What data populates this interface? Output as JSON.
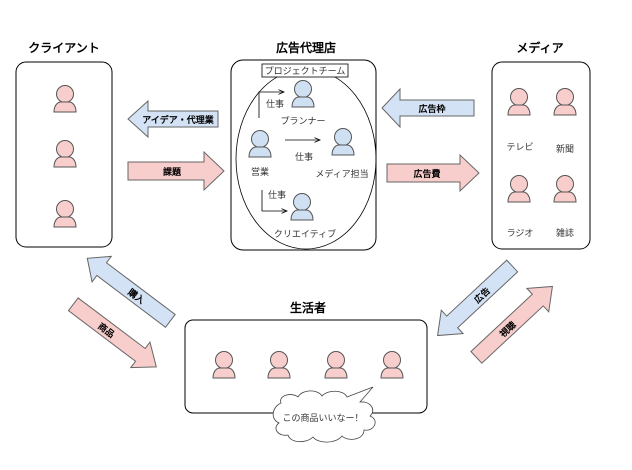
{
  "colors": {
    "person_pink_fill": "#f8cecc",
    "person_blue_fill": "#cfe0f3",
    "person_stroke": "#555555",
    "arrow_pink": "#f8cecc",
    "arrow_blue": "#d3e2f4"
  },
  "client": {
    "title": "クライアント",
    "people": 3
  },
  "agency": {
    "title": "広告代理店",
    "team_label": "プロジェクトチーム",
    "roles": {
      "sales": "営業",
      "planner": "プランナー",
      "media": "メディア担当",
      "creative": "クリエイティブ"
    },
    "work_label": "仕事"
  },
  "media": {
    "title": "メディア",
    "items": [
      "テレビ",
      "新聞",
      "ラジオ",
      "雑誌"
    ]
  },
  "consumer": {
    "title": "生活者",
    "people": 4,
    "speech": "この商品いいなー！"
  },
  "arrows": {
    "idea": "アイデア・代理業",
    "issue": "課題",
    "ad_space": "広告枠",
    "ad_fee": "広告費",
    "purchase": "購入",
    "product": "商品",
    "advertising": "広告",
    "viewing": "視聴"
  }
}
